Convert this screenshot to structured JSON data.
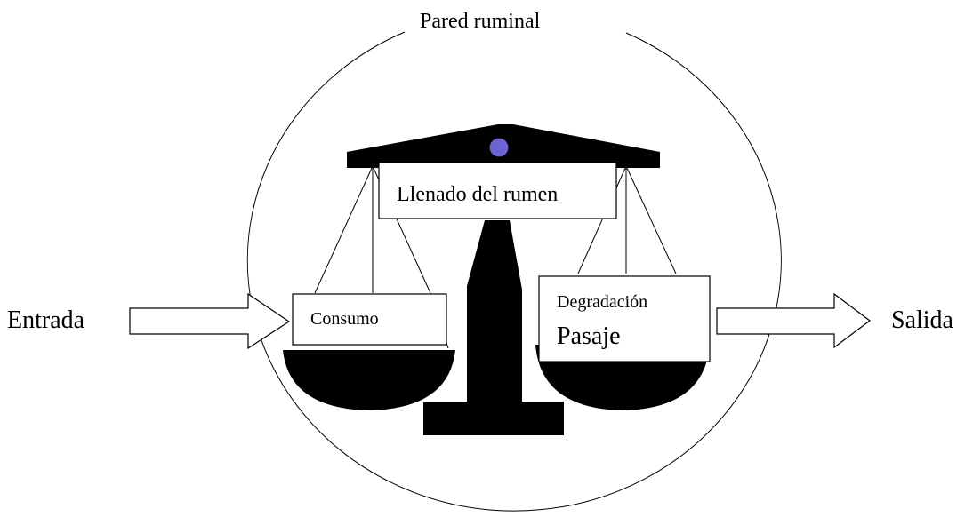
{
  "diagram": {
    "wall_label": "Pared ruminal",
    "fill_label": "Llenado del rumen",
    "intake_label": "Consumo",
    "degradation_label": "Degradación",
    "passage_label": "Pasaje",
    "entry_label": "Entrada",
    "exit_label": "Salida"
  },
  "colors": {
    "pivot": "#6b63d6",
    "ink": "#000000",
    "background": "#ffffff"
  }
}
